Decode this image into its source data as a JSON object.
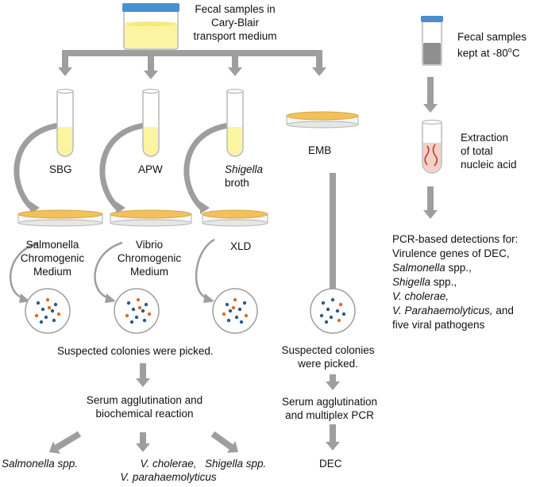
{
  "source": {
    "line1": "Fecal samples in",
    "line2": "Cary-Blair",
    "line3": "transport medium"
  },
  "frozen": {
    "line1": "Fecal samples",
    "line2_main": "kept at -80",
    "line2_sup": "o",
    "line2_end": "C"
  },
  "extraction": {
    "line1": "Extraction",
    "line2": "of total",
    "line3": "nucleic acid"
  },
  "enrichment": {
    "sbg": "SBG",
    "apw": "APW",
    "shigella_italic": "Shigella",
    "shigella_broth": "broth",
    "emb": "EMB"
  },
  "media": {
    "salmonella": [
      "Salmonella",
      "Chromogenic",
      "Medium"
    ],
    "vibrio": [
      "Vibrio",
      "Chromogenic",
      "Medium"
    ],
    "xld": "XLD"
  },
  "pcr": {
    "line1": "PCR-based detections for:",
    "line2": "Virulence genes of DEC,",
    "line3_italic": "Salmonella",
    "line3_rest": " spp.,",
    "line4_italic": "Shigella",
    "line4_rest": " spp.,",
    "line5_italic": "V. cholerae,",
    "line6_italic": "V. Parahaemolyticus,",
    "line6_rest": " and",
    "line7": "five viral pathogens"
  },
  "steps": {
    "picked_left": "Suspected colonies were picked.",
    "picked_right_1": "Suspected colonies",
    "picked_right_2": "were picked.",
    "serum_left_1": "Serum agglutination and",
    "serum_left_2": "biochemical reaction",
    "serum_right_1": "Serum agglutination",
    "serum_right_2": "and multiplex PCR"
  },
  "results": {
    "salmonella": "Salmonella spp.",
    "vcholerae_1": "V. cholerae,",
    "vcholerae_2": "V. parahaemolyticus",
    "shigella": "Shigella spp.",
    "dec": "DEC"
  },
  "colors": {
    "arrow": "#9e9e9e",
    "cap": "#4a8fd1",
    "liquid": "#fbf4a0",
    "agar": "#f3c15a",
    "dot_blue": "#2f5b87",
    "dot_orange": "#e36a1f"
  }
}
